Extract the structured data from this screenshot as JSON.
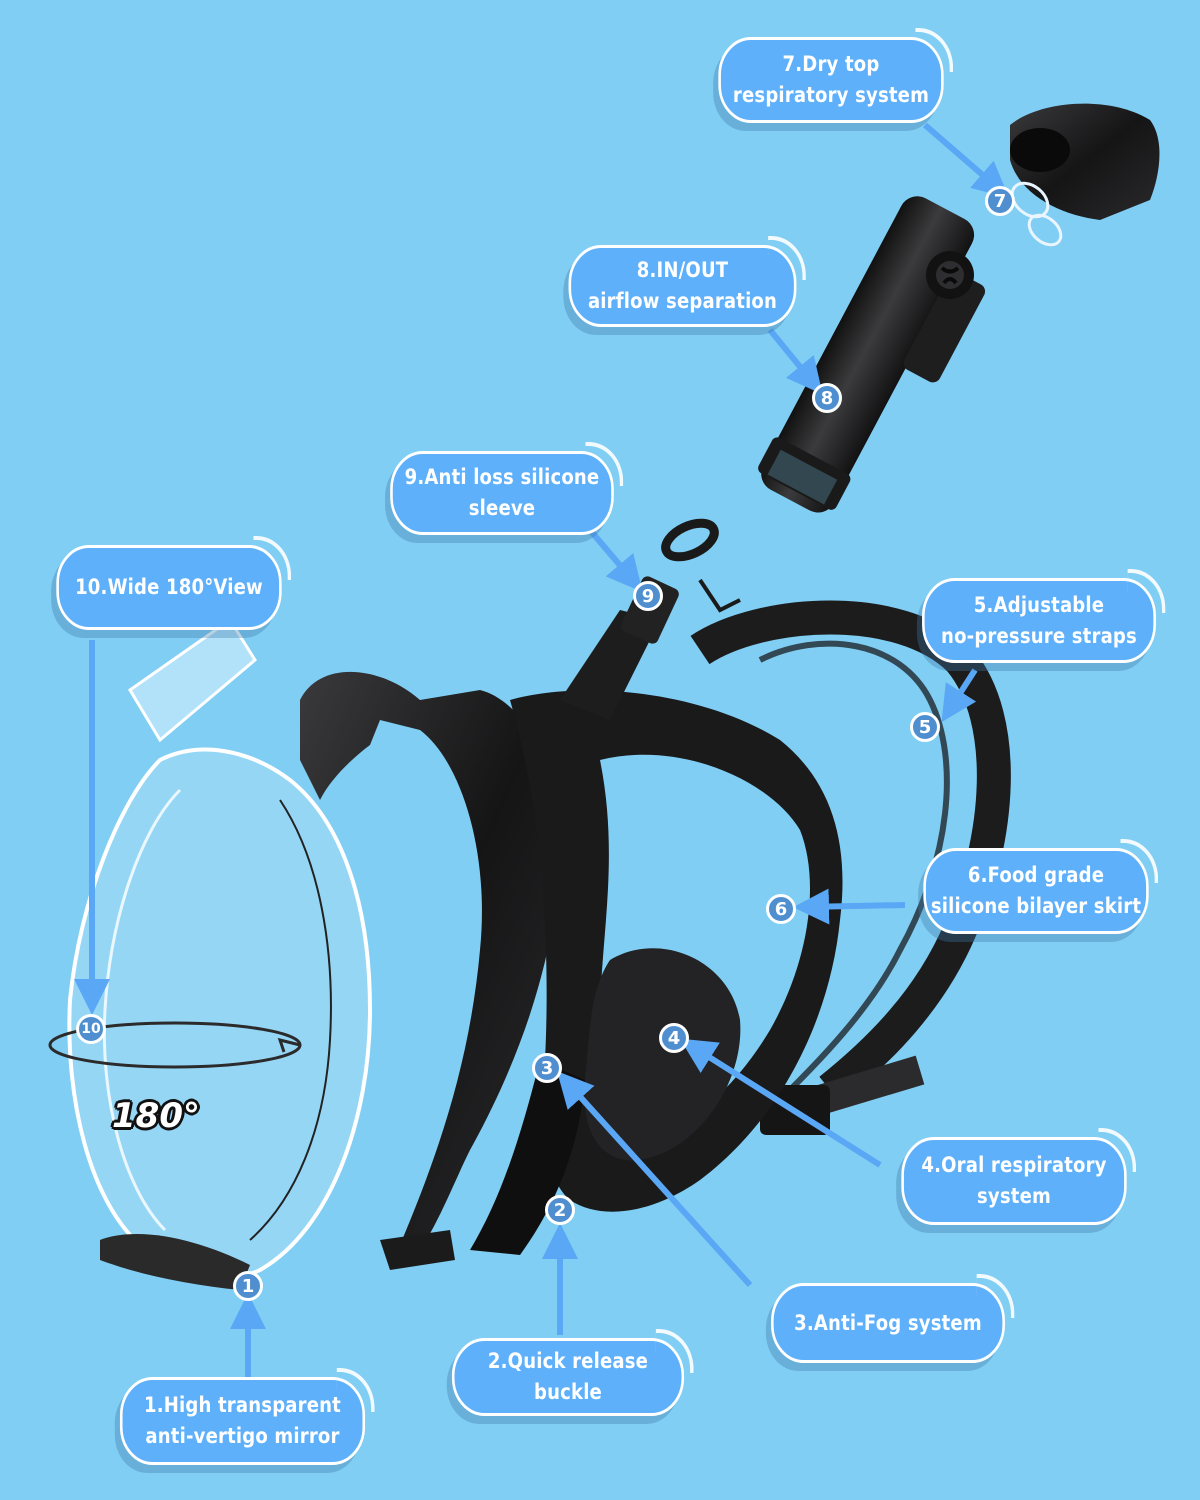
{
  "background_color": "#80cef3",
  "accent_color": "#5eb0fb",
  "badge_color": "#4f8fd0",
  "arrow_color": "#5aa7f5",
  "view_angle_label": "180°",
  "callouts": [
    {
      "number": "1",
      "label": "1.High transparent\nanti-vertigo mirror"
    },
    {
      "number": "2",
      "label": "2.Quick release buckle"
    },
    {
      "number": "3",
      "label": "3.Anti-Fog system"
    },
    {
      "number": "4",
      "label": "4.Oral respiratory\nsystem"
    },
    {
      "number": "5",
      "label": "5.Adjustable\nno-pressure straps"
    },
    {
      "number": "6",
      "label": "6.Food grade\nsilicone bilayer skirt"
    },
    {
      "number": "7",
      "label": "7.Dry top\nrespiratory system"
    },
    {
      "number": "8",
      "label": "8.IN/OUT\nairflow separation"
    },
    {
      "number": "9",
      "label": "9.Anti loss silicone\nsleeve"
    },
    {
      "number": "10",
      "label": "10.Wide 180°View"
    }
  ],
  "parts": [
    {
      "name": "clear-lens",
      "description": "transparent full-face lens"
    },
    {
      "name": "black-frame",
      "description": "mask frame with quick release buckles"
    },
    {
      "name": "silicone-skirt",
      "description": "black silicone skirt with oral chamber"
    },
    {
      "name": "head-strap",
      "description": "adjustable black strap"
    },
    {
      "name": "snorkel-tube",
      "description": "black snorkel tube with valve"
    },
    {
      "name": "dry-top-cap",
      "description": "black dry-top cap"
    },
    {
      "name": "o-ring",
      "description": "clear dry-top seal ring"
    }
  ]
}
